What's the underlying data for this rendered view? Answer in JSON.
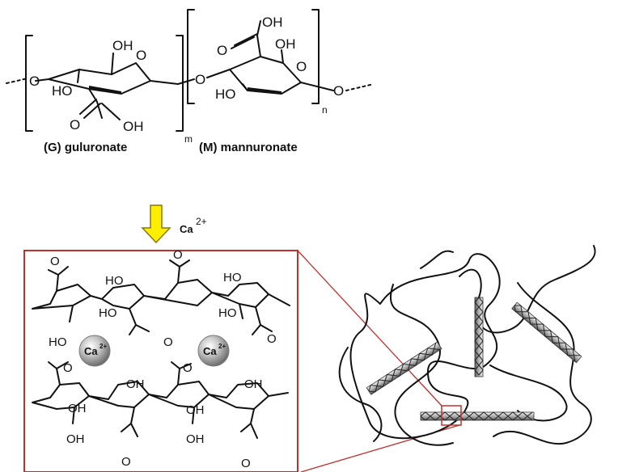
{
  "top_structure": {
    "oh_top_left": "OH",
    "o_ring_left": "O",
    "ho_left": "HO",
    "o_carboxyl_left": "O",
    "oh_carboxyl_left": "OH",
    "o_link_left": "O",
    "o_link_mid": "O",
    "oh_carboxyl_right": "OH",
    "o_carboxyl_right": "O",
    "oh_right": "OH",
    "o_ring_right": "O",
    "ho_right": "HO",
    "o_link_right": "O",
    "subscript_m": "m",
    "subscript_n": "n",
    "caption_g": "(G) guluronate",
    "caption_m": "(M) mannuronate"
  },
  "reaction": {
    "ion": "Ca",
    "ion_charge": "2+"
  },
  "egg_box": {
    "ca_label": "Ca",
    "ca_charge": "2+",
    "labels": {
      "o_top_1": "O",
      "o_top_2": "O",
      "ho_1": "HO",
      "ho_2": "HO",
      "ho_3": "HO",
      "ho_4": "HO",
      "ho_5": "HO",
      "o_mid_1": "O",
      "o_mid_2": "O",
      "o_mid_3": "O",
      "o_mid_4": "O",
      "oh_low_1": "OH",
      "oh_low_2": "OH",
      "oh_low_3": "OH",
      "oh_low_4": "OH",
      "oh_low_5": "OH",
      "oh_low_6": "OH",
      "o_bot_1": "O",
      "o_bot_2": "O"
    }
  },
  "colors": {
    "arrow_fill": "#ffee00",
    "arrow_stroke": "#8a7a00",
    "frame": "#c0302b",
    "ca_sphere": "#9a9a9a",
    "junction_beads": "#9c9c9c"
  }
}
